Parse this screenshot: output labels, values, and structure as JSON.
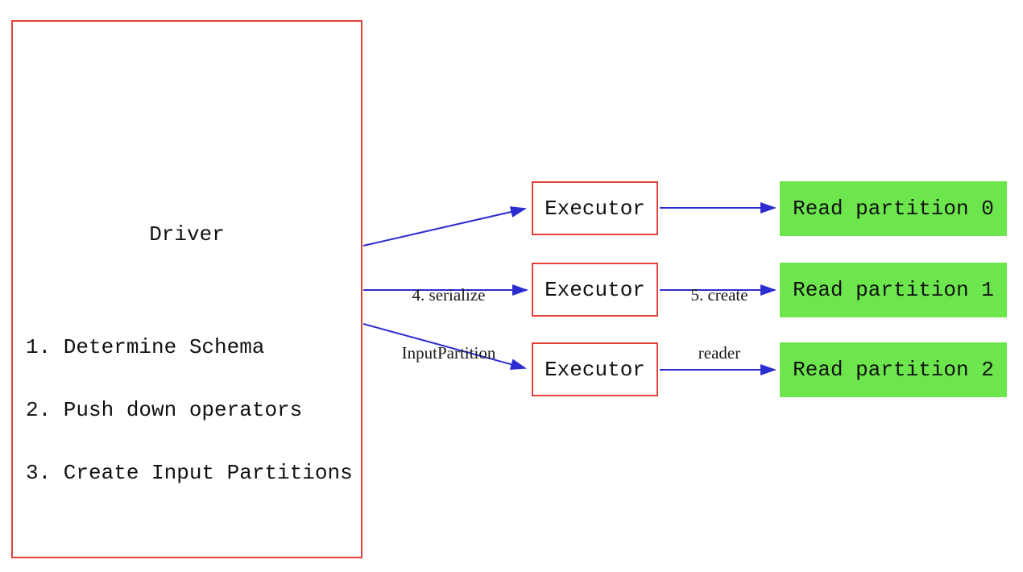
{
  "diagram": {
    "driver": {
      "title": "Driver",
      "steps": [
        "1. Determine Schema",
        "2. Push down operators",
        "3. Create Input Partitions"
      ]
    },
    "executors": [
      {
        "label": "Executor"
      },
      {
        "label": "Executor"
      },
      {
        "label": "Executor"
      }
    ],
    "partitions": [
      {
        "label": "Read partition 0"
      },
      {
        "label": "Read partition 1"
      },
      {
        "label": "Read partition 2"
      }
    ],
    "edge_labels": {
      "serialize": {
        "line1": "4. serialize",
        "line2": "InputPartition"
      },
      "create_reader": {
        "line1": "5. create",
        "line2": "reader"
      }
    },
    "colors": {
      "box_border": "#e2423a",
      "arrow": "#2b2dd0",
      "partition_fill": "#6ce64c",
      "text": "#111111"
    }
  }
}
